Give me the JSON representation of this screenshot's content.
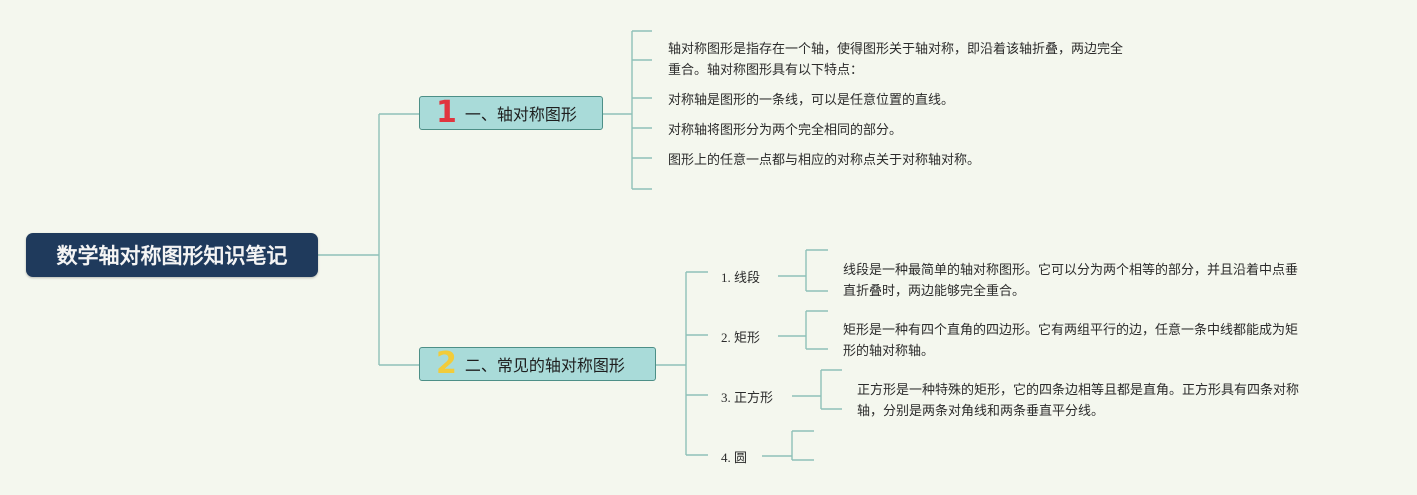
{
  "root": {
    "title": "数学轴对称图形知识笔记"
  },
  "branches": [
    {
      "number": "1",
      "label": "一、轴对称图形",
      "notes": [
        "轴对称图形是指存在一个轴，使得图形关于轴对称，即沿着该轴折叠，两边完全",
        "重合。轴对称图形具有以下特点：",
        "对称轴是图形的一条线，可以是任意位置的直线。",
        "对称轴将图形分为两个完全相同的部分。",
        "图形上的任意一点都与相应的对称点关于对称轴对称。"
      ]
    },
    {
      "number": "2",
      "label": "二、常见的轴对称图形",
      "items": [
        {
          "label": "1. 线段",
          "desc": [
            "线段是一种最简单的轴对称图形。它可以分为两个相等的部分，并且沿着中点垂",
            "直折叠时，两边能够完全重合。"
          ]
        },
        {
          "label": "2. 矩形",
          "desc": [
            "矩形是一种有四个直角的四边形。它有两组平行的边，任意一条中线都能成为矩",
            "形的轴对称轴。"
          ]
        },
        {
          "label": "3. 正方形",
          "desc": [
            "正方形是一种特殊的矩形，它的四条边相等且都是直角。正方形具有四条对称",
            "轴，分别是两条对角线和两条垂直平分线。"
          ]
        },
        {
          "label": "4. 圆",
          "desc": []
        }
      ]
    }
  ],
  "colors": {
    "root": "#1f3a5c",
    "branch": "#a9dbd9",
    "line": "#8fc1b8",
    "num1": "#e0353e",
    "num2": "#f2cc3a"
  }
}
